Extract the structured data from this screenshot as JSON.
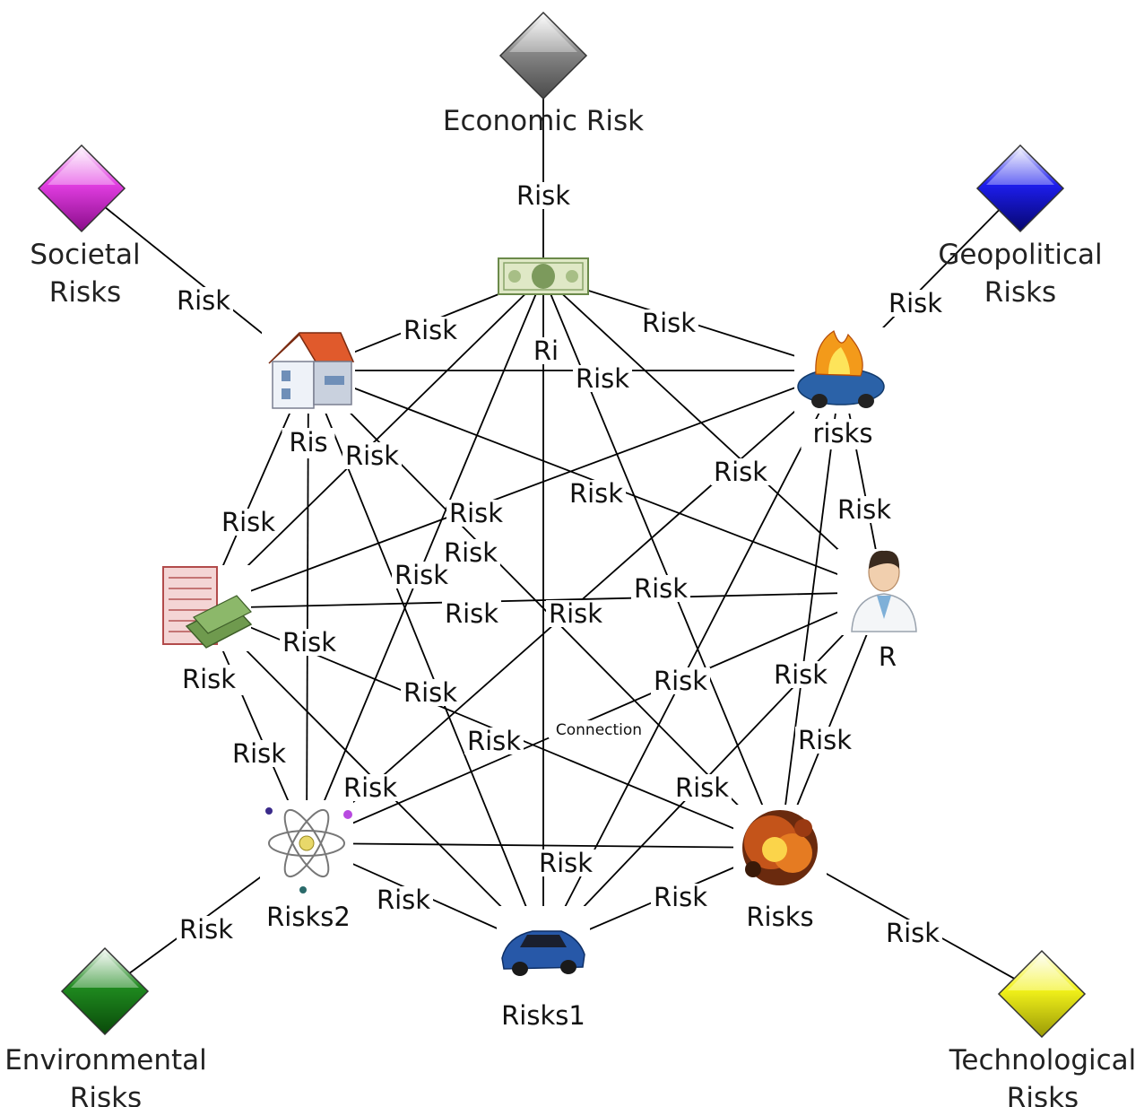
{
  "categories": [
    {
      "id": "economic",
      "label_lines": [
        "Economic Risk"
      ],
      "color": "#888888",
      "shade": "#4a4a4a",
      "icon": "diamond-icon"
    },
    {
      "id": "societal",
      "label_lines": [
        "Societal",
        "Risks"
      ],
      "color": "#e23ee2",
      "shade": "#8a0d8a",
      "icon": "diamond-icon"
    },
    {
      "id": "geopolitical",
      "label_lines": [
        "Geopolitical",
        "Risks"
      ],
      "color": "#1d1dee",
      "shade": "#06066e",
      "icon": "diamond-icon"
    },
    {
      "id": "environmental",
      "label_lines": [
        "Environmental",
        "Risks"
      ],
      "color": "#1f8a1f",
      "shade": "#0a4a0a",
      "icon": "diamond-icon"
    },
    {
      "id": "technological",
      "label_lines": [
        "Technological",
        "Risks"
      ],
      "color": "#f2f21a",
      "shade": "#9a9a06",
      "icon": "diamond-icon"
    }
  ],
  "nodes": [
    {
      "id": "money",
      "label": "",
      "icon": "dollar-bill-icon"
    },
    {
      "id": "house",
      "label": "Ris",
      "icon": "house-icon"
    },
    {
      "id": "fire-car",
      "label": "risks",
      "icon": "burning-car-icon"
    },
    {
      "id": "doctor",
      "label": "R",
      "icon": "doctor-icon"
    },
    {
      "id": "cash-doc",
      "label": "Risk",
      "icon": "cash-document-icon"
    },
    {
      "id": "atom",
      "label": "Risks2",
      "icon": "atom-icon"
    },
    {
      "id": "car",
      "label": "Risks1",
      "icon": "blue-car-icon"
    },
    {
      "id": "explosion",
      "label": "Risks",
      "icon": "explosion-icon"
    }
  ],
  "edges": [
    {
      "from": "economic",
      "to": "money",
      "label": "Risk"
    },
    {
      "from": "societal",
      "to": "house",
      "label": "Risk"
    },
    {
      "from": "geopolitical",
      "to": "fire-car",
      "label": "Risk"
    },
    {
      "from": "environmental",
      "to": "atom",
      "label": "Risk"
    },
    {
      "from": "technological",
      "to": "explosion",
      "label": "Risk"
    },
    {
      "from": "money",
      "to": "house",
      "label": "Risk"
    },
    {
      "from": "money",
      "to": "fire-car",
      "label": "Risk"
    },
    {
      "from": "money",
      "to": "car",
      "label": "Ri"
    },
    {
      "from": "money",
      "to": "cash-doc",
      "label": "Risk"
    },
    {
      "from": "money",
      "to": "doctor",
      "label": "Risk"
    },
    {
      "from": "money",
      "to": "atom",
      "label": "Risk"
    },
    {
      "from": "money",
      "to": "explosion",
      "label": "Risk"
    },
    {
      "from": "house",
      "to": "fire-car",
      "label": "Risk"
    },
    {
      "from": "house",
      "to": "doctor",
      "label": "Risk"
    },
    {
      "from": "house",
      "to": "cash-doc",
      "label": "Risk"
    },
    {
      "from": "house",
      "to": "atom",
      "label": "Risk"
    },
    {
      "from": "house",
      "to": "car",
      "label": "Risk"
    },
    {
      "from": "house",
      "to": "explosion",
      "label": "Risk"
    },
    {
      "from": "fire-car",
      "to": "doctor",
      "label": "Risk"
    },
    {
      "from": "fire-car",
      "to": "cash-doc",
      "label": "Risk"
    },
    {
      "from": "fire-car",
      "to": "atom",
      "label": "Risk"
    },
    {
      "from": "fire-car",
      "to": "car",
      "label": "Risk"
    },
    {
      "from": "fire-car",
      "to": "explosion",
      "label": "Risk"
    },
    {
      "from": "doctor",
      "to": "cash-doc",
      "label": "Risk"
    },
    {
      "from": "doctor",
      "to": "atom",
      "label": "Connection"
    },
    {
      "from": "doctor",
      "to": "car",
      "label": "Risk"
    },
    {
      "from": "doctor",
      "to": "explosion",
      "label": "Risk"
    },
    {
      "from": "cash-doc",
      "to": "atom",
      "label": "Risk"
    },
    {
      "from": "cash-doc",
      "to": "car",
      "label": "Risk"
    },
    {
      "from": "cash-doc",
      "to": "explosion",
      "label": "Risk"
    },
    {
      "from": "atom",
      "to": "car",
      "label": "Risk"
    },
    {
      "from": "atom",
      "to": "explosion",
      "label": "Risk"
    },
    {
      "from": "car",
      "to": "explosion",
      "label": "Risk"
    }
  ]
}
